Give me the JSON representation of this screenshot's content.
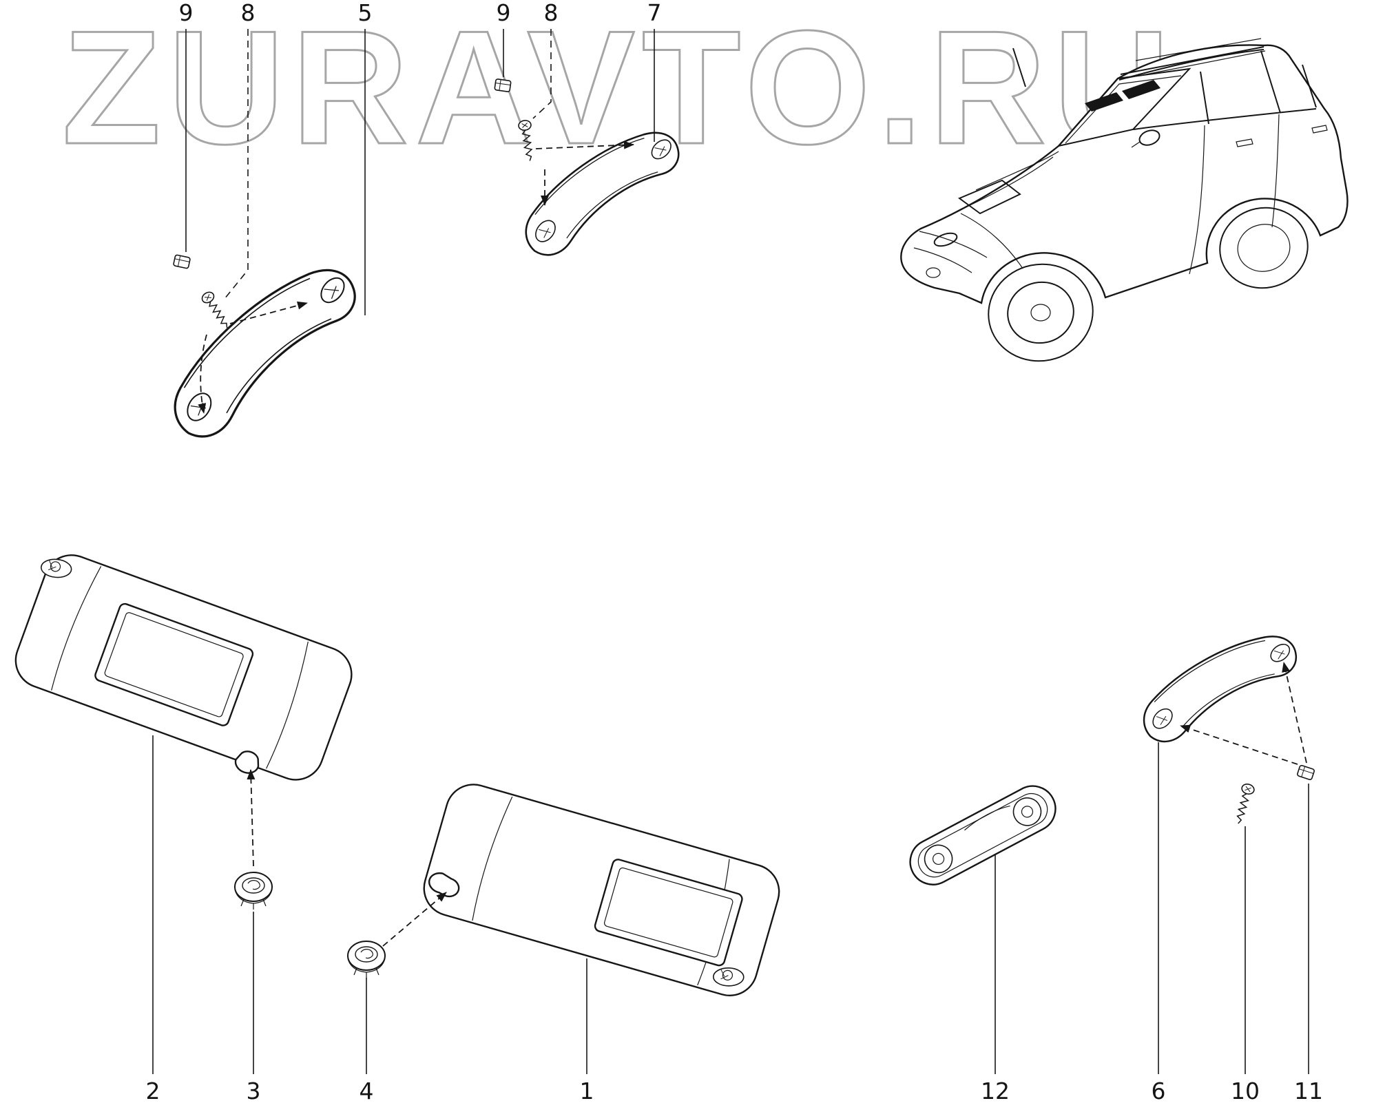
{
  "watermark": "ZURAVTO.RU",
  "colors": {
    "line": "#161616",
    "watermark_outline": "#a6a6a6",
    "background": "#ffffff"
  },
  "callouts": {
    "top": [
      "9",
      "8",
      "5",
      "9",
      "8",
      "7"
    ],
    "bottom": [
      "2",
      "3",
      "4",
      "1",
      "12",
      "6",
      "10",
      "11"
    ]
  }
}
